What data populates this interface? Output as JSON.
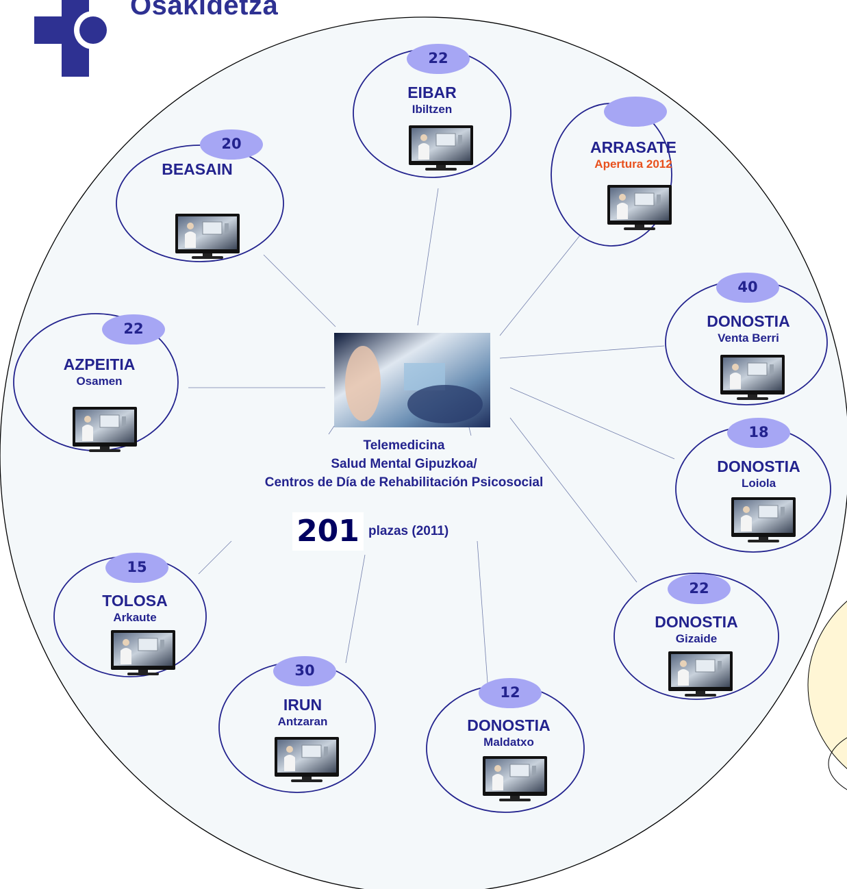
{
  "logo": {
    "text": "Osakidetza"
  },
  "colors": {
    "primary": "#2e3192",
    "badge": "#a6a6f4",
    "accent_red": "#e8501c",
    "background": "#f4f8fa",
    "side_circle": "#fff6d5"
  },
  "center": {
    "title_line1": "Telemedicina",
    "title_line2": "Salud Mental Gipuzkoa/",
    "title_line3": "Centros de Día de Rehabilitación Psicosocial",
    "total": "201",
    "total_label": "plazas (2011)",
    "photo_icon": "telemedicine-photo"
  },
  "centers": [
    {
      "id": "eibar",
      "count": "22",
      "city": "EIBAR",
      "name": "Ibiltzen"
    },
    {
      "id": "arrasate",
      "count": "",
      "city": "ARRASATE",
      "name": "Apertura 2012",
      "name_color": "#e8501c"
    },
    {
      "id": "beasain",
      "count": "20",
      "city": "BEASAIN",
      "name": ""
    },
    {
      "id": "azpeitia",
      "count": "22",
      "city": "AZPEITIA",
      "name": "Osamen"
    },
    {
      "id": "donostia-venta-berri",
      "count": "40",
      "city": "DONOSTIA",
      "name": "Venta Berri"
    },
    {
      "id": "donostia-loiola",
      "count": "18",
      "city": "DONOSTIA",
      "name": "Loiola"
    },
    {
      "id": "tolosa",
      "count": "15",
      "city": "TOLOSA",
      "name": "Arkaute"
    },
    {
      "id": "donostia-gizaide",
      "count": "22",
      "city": "DONOSTIA",
      "name": "Gizaide"
    },
    {
      "id": "irun",
      "count": "30",
      "city": "IRUN",
      "name": "Antzaran"
    },
    {
      "id": "donostia-maldatxo",
      "count": "12",
      "city": "DONOSTIA",
      "name": "Maldatxo"
    }
  ],
  "icons": {
    "monitor": "tv-monitor-icon",
    "logo": "osakidetza-logo-icon"
  }
}
